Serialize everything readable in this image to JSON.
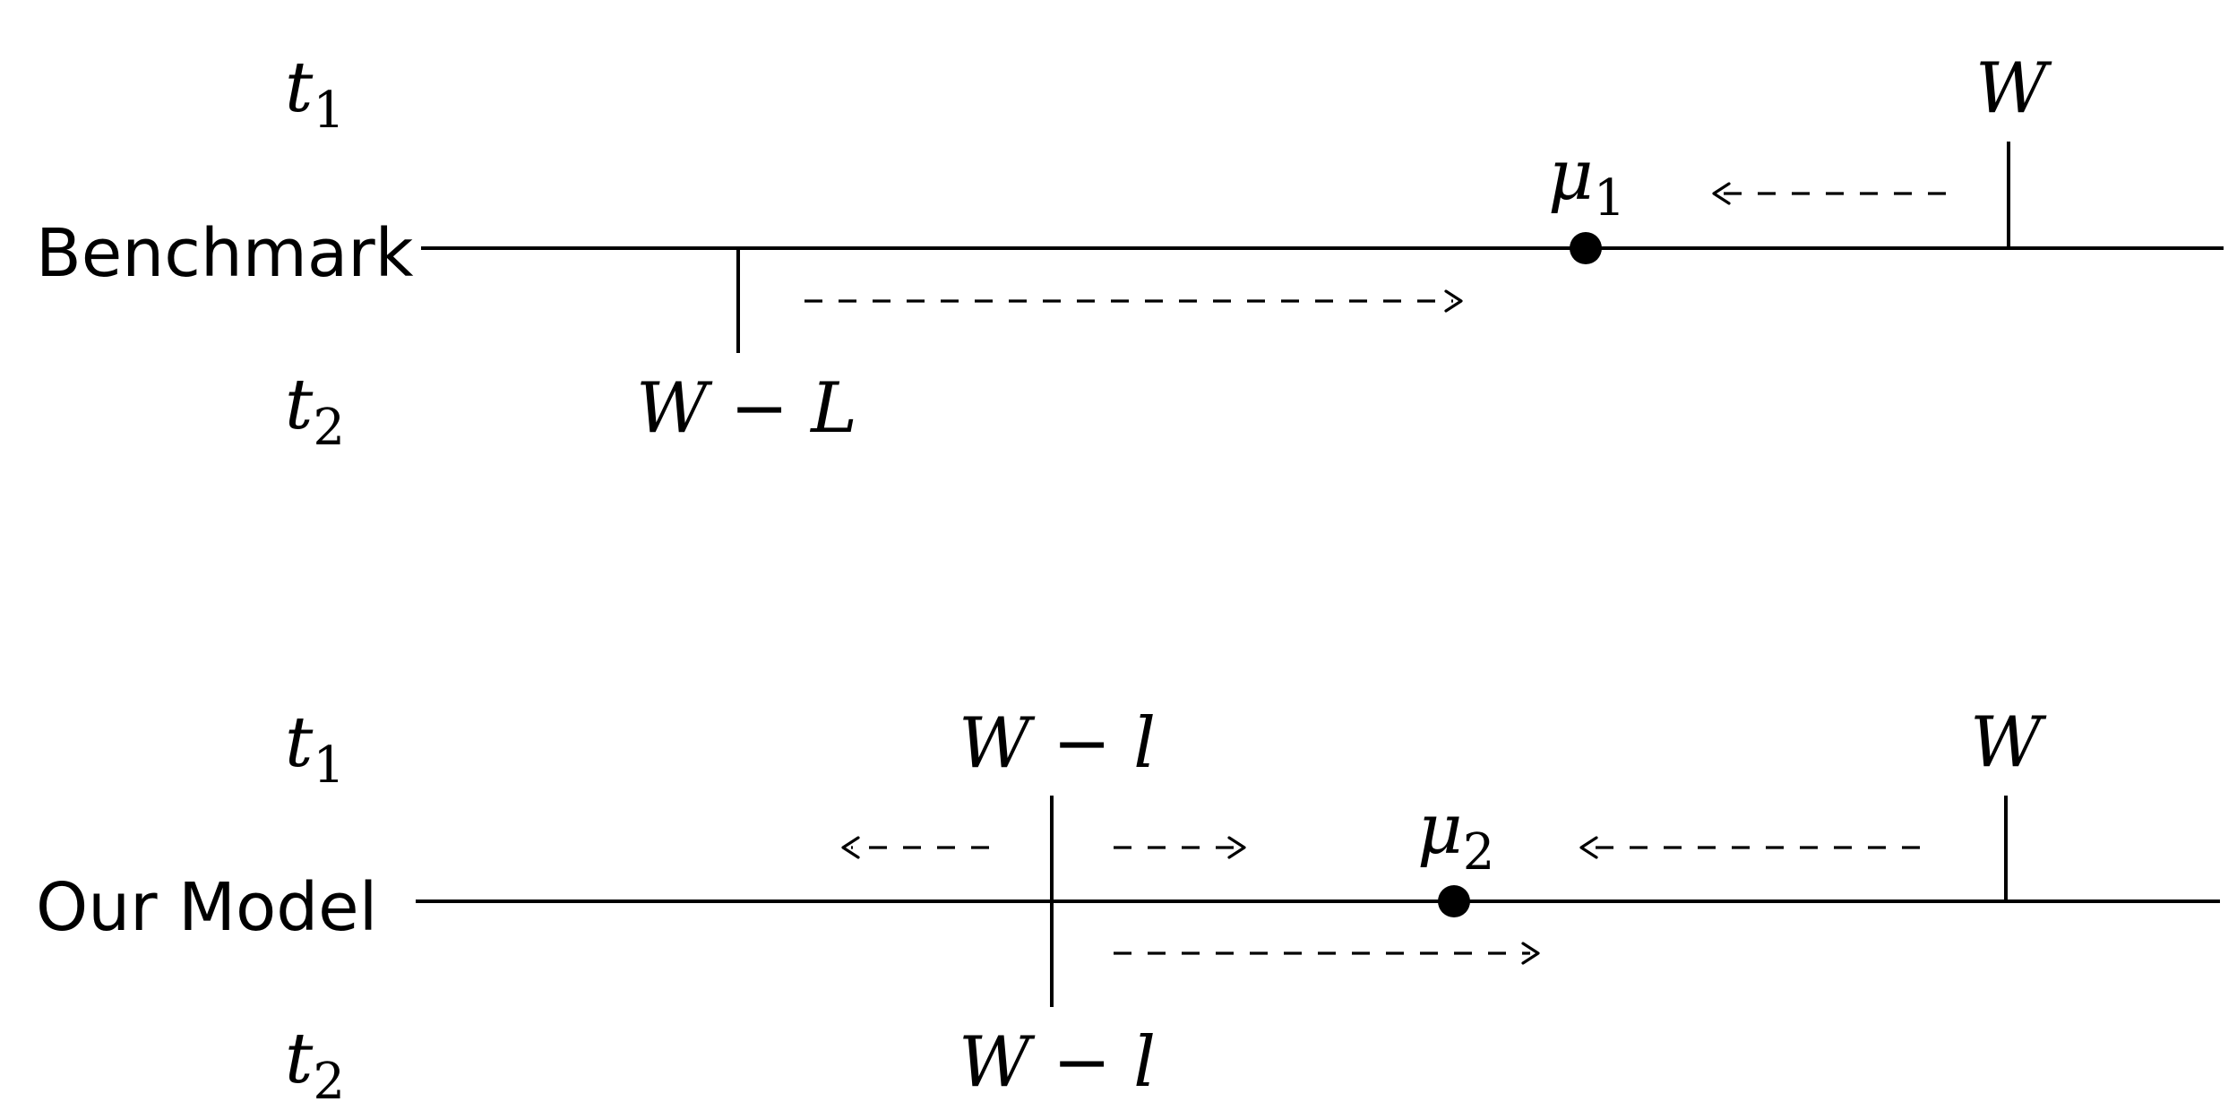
{
  "benchmark": {
    "row_label": "Benchmark",
    "t1_var": "t",
    "t1_sub": "1",
    "t2_var": "t",
    "t2_sub": "2",
    "W_label": "W",
    "WL_left": "W",
    "WL_minus": " − ",
    "WL_right": "L",
    "mu_var": "μ",
    "mu_sub": "1"
  },
  "model": {
    "row_label": "Our Model",
    "t1_var": "t",
    "t1_sub": "1",
    "t2_var": "t",
    "t2_sub": "2",
    "W_label": "W",
    "Wl_top_left": "W",
    "Wl_top_minus": " − ",
    "Wl_top_right": "l",
    "Wl_bot_left": "W",
    "Wl_bot_minus": " − ",
    "Wl_bot_right": "l",
    "mu_var": "μ",
    "mu_sub": "2"
  }
}
